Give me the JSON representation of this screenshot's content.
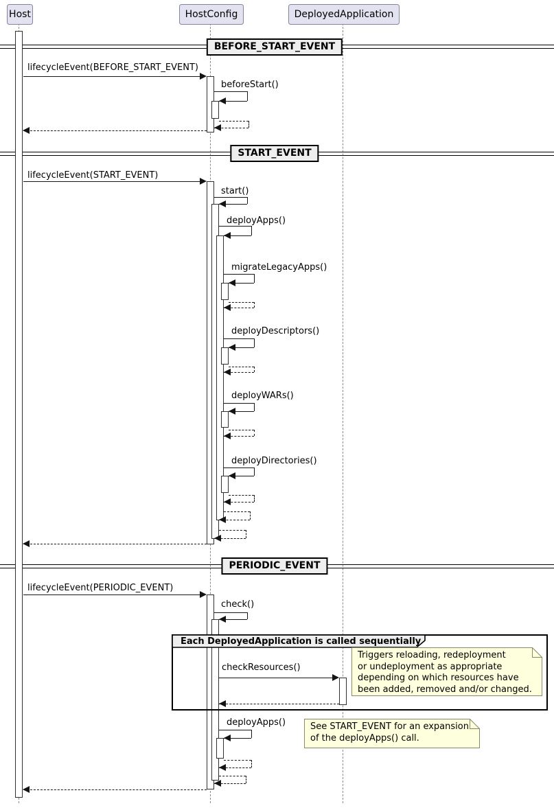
{
  "participants": [
    {
      "label": "Host"
    },
    {
      "label": "HostConfig"
    },
    {
      "label": "DeployedApplication"
    }
  ],
  "dividers": [
    {
      "label": "BEFORE_START_EVENT"
    },
    {
      "label": "START_EVENT"
    },
    {
      "label": "PERIODIC_EVENT"
    }
  ],
  "messages": {
    "lifecycle_before_start": "lifecycleEvent(BEFORE_START_EVENT)",
    "before_start": "beforeStart()",
    "lifecycle_start": "lifecycleEvent(START_EVENT)",
    "start": "start()",
    "deploy_apps": "deployApps()",
    "migrate_legacy_apps": "migrateLegacyApps()",
    "deploy_descriptors": "deployDescriptors()",
    "deploy_wars": "deployWARs()",
    "deploy_directories": "deployDirectories()",
    "lifecycle_periodic": "lifecycleEvent(PERIODIC_EVENT)",
    "check": "check()",
    "check_resources": "checkResources()"
  },
  "group": {
    "label": "Each DeployedApplication is called sequentially"
  },
  "notes": {
    "check_resources_note": "Triggers reloading, redeployment\nor undeployment as appropriate\ndepending on which resources have\nbeen added, removed and/or changed.",
    "deploy_apps_note": "See START_EVENT for an expansion\nof the deployApps() call."
  },
  "colors": {
    "participant_fill": "#E2E2F0",
    "divider_fill": "#EEEEEE",
    "note_fill": "#FEFFDD",
    "line": "#141414",
    "lifeline": "#8A8A8A"
  }
}
